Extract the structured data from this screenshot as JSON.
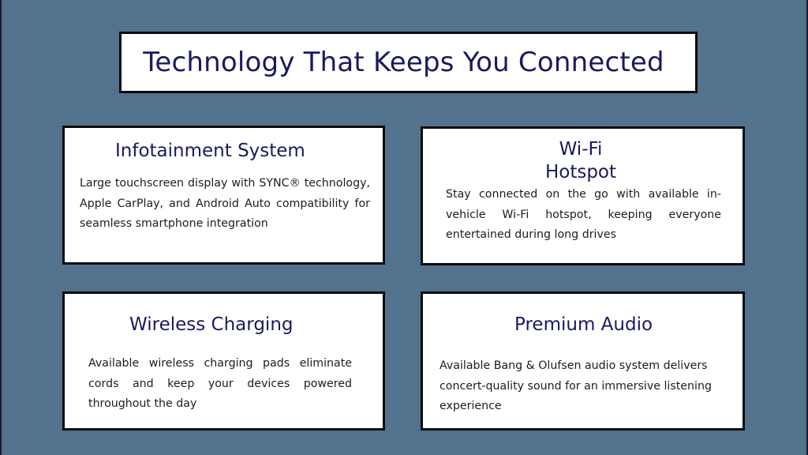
{
  "title": "Technology That Keeps You Connected",
  "colors": {
    "background": "#52728e",
    "card_background": "#ffffff",
    "heading_text": "#1a1a5e",
    "body_text": "#1c1c1c",
    "border": "#0b0b0b"
  },
  "cards": [
    {
      "title": "Infotainment System",
      "text": "Large touchscreen display with SYNC® technology, Apple CarPlay, and Android Auto compatibility for seamless smartphone integration"
    },
    {
      "title_line1": "Wi-Fi",
      "title_line2": "Hotspot",
      "text": "Stay connected on the go with available in-vehicle Wi-Fi hotspot, keeping everyone entertained during long drives"
    },
    {
      "title": "Wireless Charging",
      "text": "Available wireless charging pads eliminate cords and keep your devices powered throughout the day"
    },
    {
      "title": "Premium Audio",
      "text": "Available Bang & Olufsen audio system delivers concert-quality sound for an immersive listening experience"
    }
  ]
}
